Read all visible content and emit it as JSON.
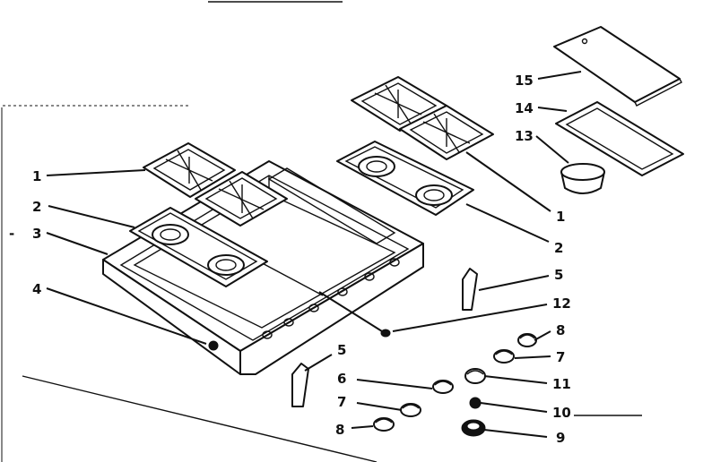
{
  "callouts": {
    "c1_left": "1",
    "c2_left": "2",
    "c3": "3",
    "c3_dash": "-",
    "c4": "4",
    "c5_front": "5",
    "c6": "6",
    "c7_front": "7",
    "c8_front": "8",
    "c15": "15",
    "c14": "14",
    "c13": "13",
    "c1_right": "1",
    "c2_right": "2",
    "c5_back": "5",
    "c12": "12",
    "c8_back": "8",
    "c7_back": "7",
    "c11": "11",
    "c10": "10",
    "c9": "9"
  }
}
